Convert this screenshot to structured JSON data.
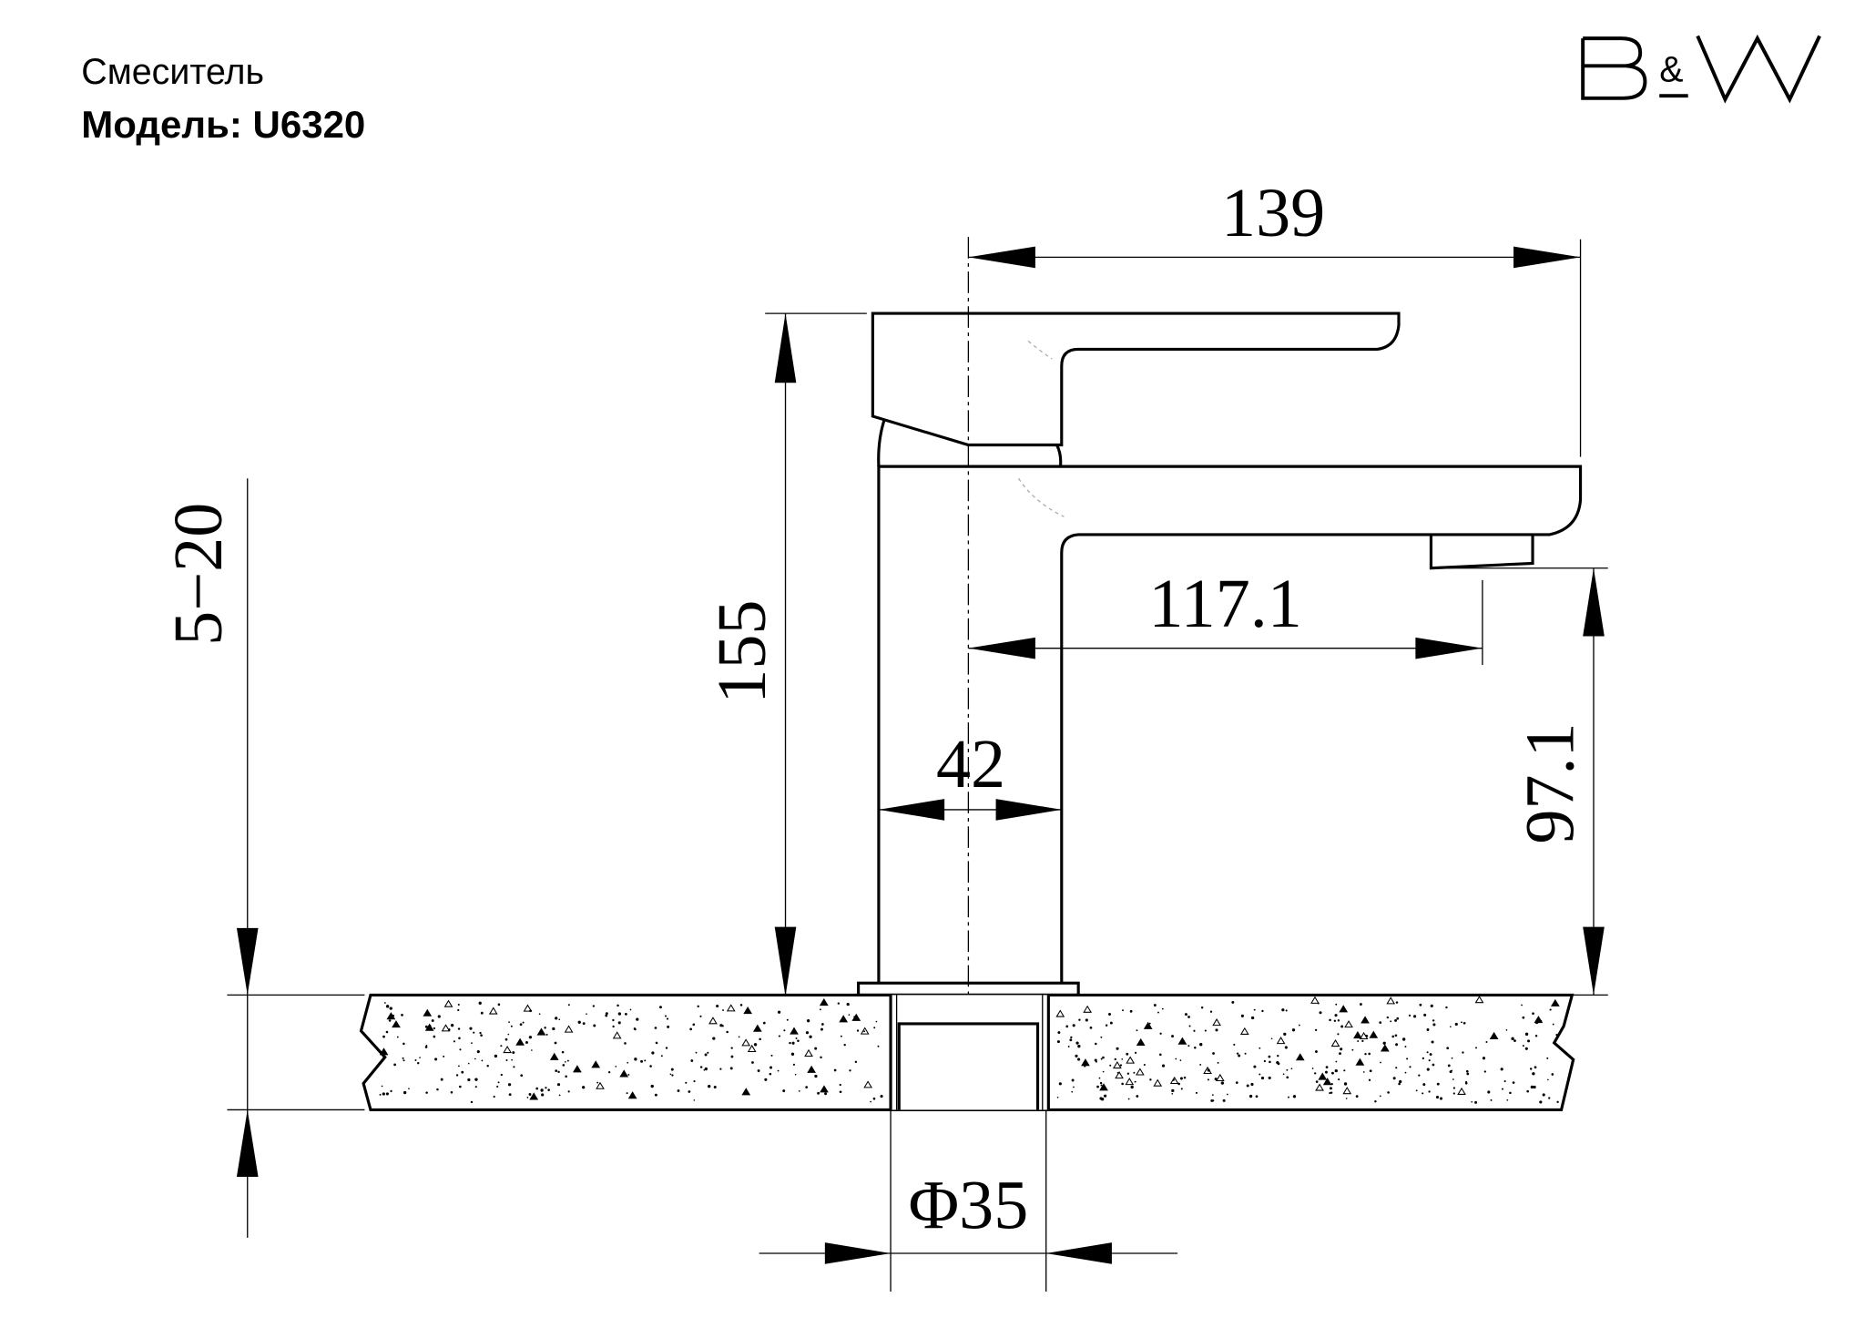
{
  "header": {
    "product": "Смеситель",
    "model": "Модель: U6320"
  },
  "logo": {
    "text": "B&W"
  },
  "dimensions": {
    "total_reach": "139",
    "total_height": "155",
    "spout_reach": "117.1",
    "spout_height": "97.1",
    "body_diameter": "42",
    "hole_diameter": "Φ35",
    "counter_thickness": "5−20"
  }
}
